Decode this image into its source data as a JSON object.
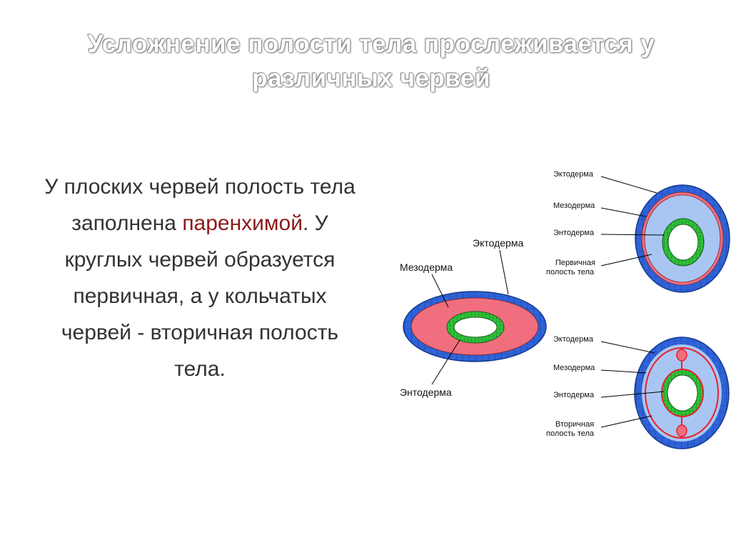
{
  "title": "Усложнение полости тела прослеживается у различных червей",
  "body": {
    "line1": "У плоских червей полость тела",
    "line2_before": "заполнена ",
    "line2_highlight": "паренхимой",
    "line2_after": ". У",
    "line3": "круглых червей образуется",
    "line4": "первичная, а у кольчатых",
    "line5": "червей - вторичная полость",
    "line6": "тела."
  },
  "diagram_flat": {
    "ectoderm": "Эктодерма",
    "mesoderm": "Мезодерма",
    "endoderm": "Энтодерма"
  },
  "diagram_round": {
    "ectoderm": "Эктодерма",
    "mesoderm": "Мезодерма",
    "endoderm": "Энтодерма",
    "cavity_line1": "Первичная",
    "cavity_line2": "полость тела"
  },
  "diagram_annelid": {
    "ectoderm": "Эктодерма",
    "mesoderm": "Мезодерма",
    "endoderm": "Энтодерма",
    "cavity_line1": "Вторичная",
    "cavity_line2": "полость тела"
  },
  "colors": {
    "ectoderm": "#2f63d8",
    "mesoderm": "#f06e7e",
    "endoderm": "#2fc23a",
    "primary_cavity": "#a9c6f2",
    "mesoderm_line": "#e8202a",
    "highlight_text": "#8b1a1a"
  }
}
